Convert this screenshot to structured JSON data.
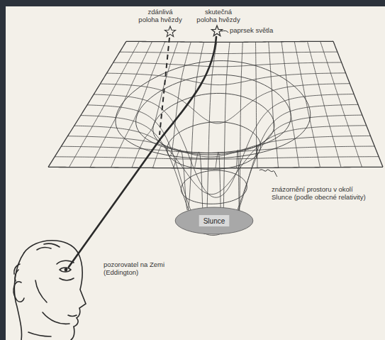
{
  "diagram": {
    "nodes": [
      {
        "text": [
          "Slunce"
        ]
      }
    ],
    "labels": [
      "zdánlivá poloha hvězdy",
      "skutečná poloha hvězdy",
      "paprsek světla",
      "znázornění prostoru v okolí Slunce (podle obecné relativity)",
      "pozorovatel na Zemi (Eddington)"
    ]
  }
}
